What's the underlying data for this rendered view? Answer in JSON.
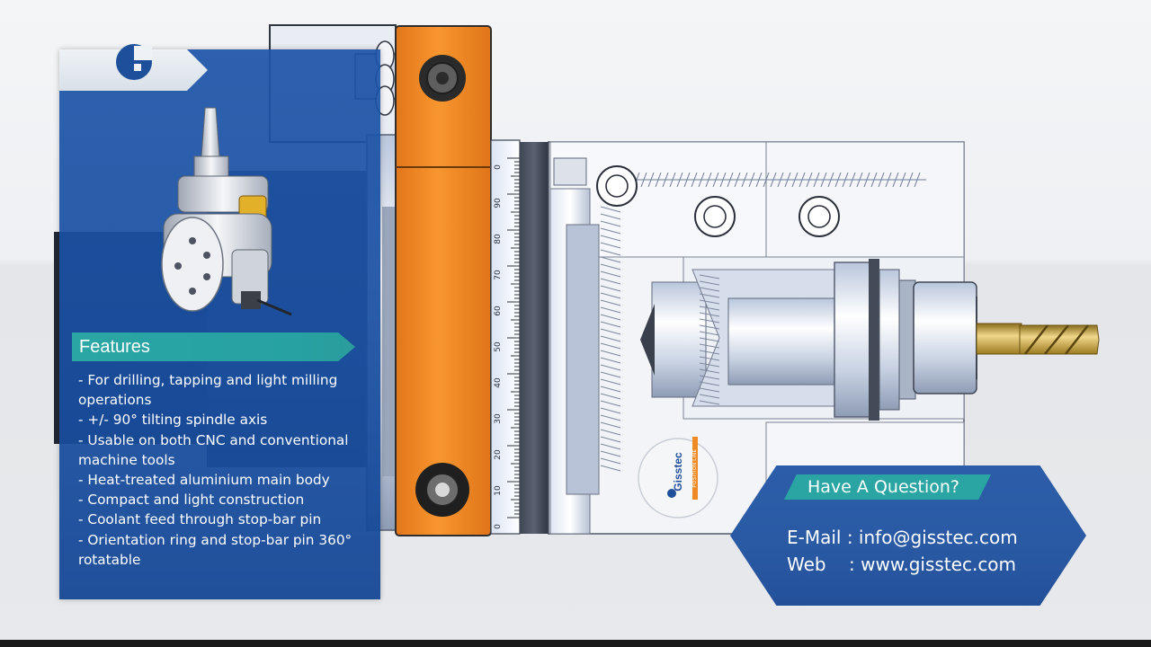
{
  "features": {
    "title": "Features",
    "items": [
      "- For drilling, tapping and light milling operations",
      "- +/- 90° tilting spindle axis",
      "- Usable on both CNC and conventional machine tools",
      "- Heat-treated aluminium main body",
      "- Compact and light construction",
      "- Coolant feed through stop-bar pin",
      "- Orientation ring and stop-bar pin 360° rotatable"
    ]
  },
  "scale": {
    "ticks": [
      "0",
      "10",
      "20",
      "30",
      "40",
      "50",
      "60",
      "70",
      "80",
      "90",
      "0"
    ]
  },
  "badge": {
    "brand": "Gisstec",
    "subline": "POSITION LINE"
  },
  "contact": {
    "title": "Have A Question?",
    "email_line": "E-Mail : info@gisstec.com",
    "web_line": "Web    : www.gisstec.com"
  },
  "colors": {
    "panel_blue": "#1f56a8",
    "teal_accent": "#2aa6a5",
    "orange_part": "#f08a24",
    "contact_blue": "#2a5aa4"
  },
  "icons": {
    "brand_logo": "gisstec-logo-icon"
  }
}
